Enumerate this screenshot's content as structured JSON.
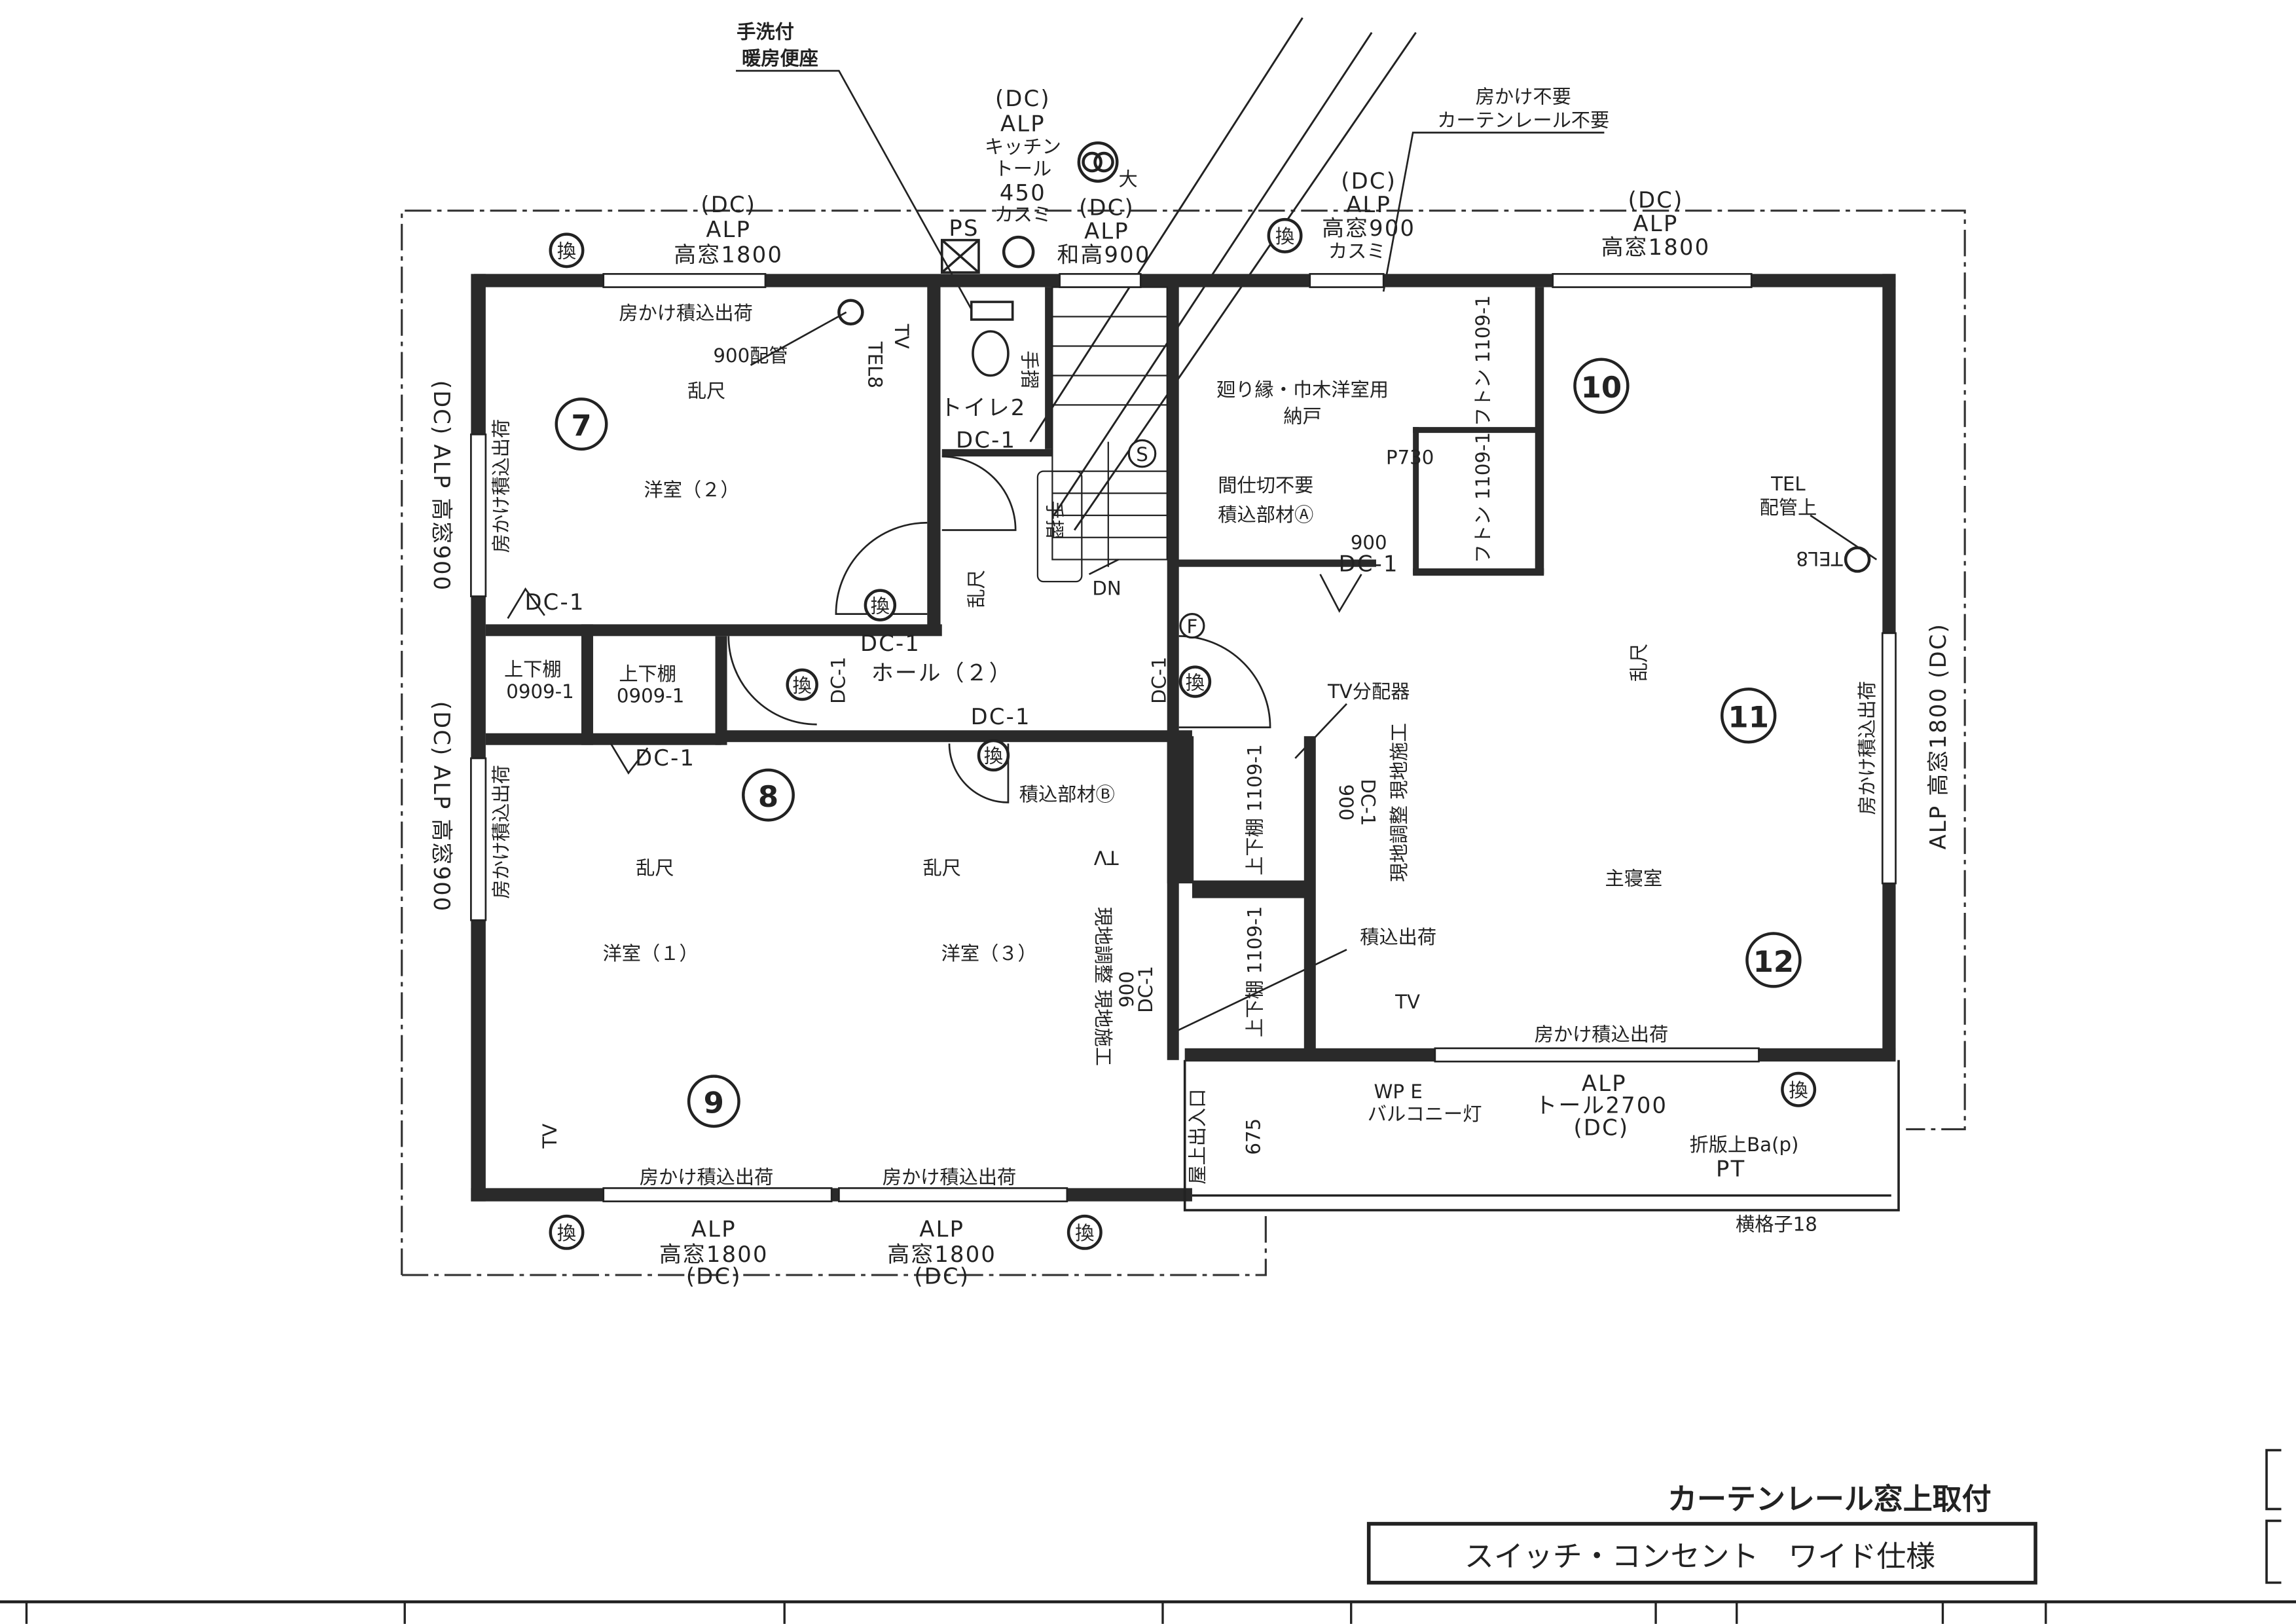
{
  "top_notes": {
    "toilet_note": [
      "手洗付",
      "暖房便座"
    ],
    "kitchen_window": [
      "(DC)",
      "ALP",
      "キッチン",
      "トール",
      "450",
      "カスミ"
    ],
    "star": "大",
    "no_curtain_note": [
      "房かけ不要",
      "カーテンレール不要"
    ]
  },
  "windows": {
    "top_left": [
      "(DC)",
      "ALP",
      "高窓1800"
    ],
    "top_toilet": [
      "(DC)",
      "ALP",
      "和高900"
    ],
    "top_nando": [
      "(DC)",
      "ALP",
      "高窓900",
      "カスミ"
    ],
    "top_right": [
      "(DC)",
      "ALP",
      "高窓1800"
    ],
    "left_upper": "(DC) ALP 高窓900",
    "left_lower": "(DC) ALP 高窓900",
    "right": "ALP 高窓1800 (DC)",
    "bottom_left": [
      "ALP",
      "高窓1800",
      "(DC)"
    ],
    "bottom_mid": [
      "ALP",
      "高窓1800",
      "(DC)"
    ],
    "balcony": [
      "ALP",
      "トール2700",
      "(DC)"
    ]
  },
  "labels": {
    "ps": "PS",
    "curtain_hook": "房かけ積込出荷",
    "pipe_900": "900配管",
    "tel8": "TEL8",
    "tv": "TV",
    "toilet": "トイレ2",
    "dc1": "DC-1",
    "handrail": "手摺",
    "nando": [
      "廻り縁・巾木洋室用",
      "納戸"
    ],
    "futon": "フトン 1109-1",
    "p730": "P730",
    "partition": [
      "間仕切不要",
      "積込部材Ⓐ"
    ],
    "door_900": "900",
    "tel_pipe": [
      "TEL",
      "配管上"
    ],
    "random_floor": "乱尺",
    "room_western2": "洋室（２）",
    "shelf": "上下棚",
    "shelf_code": "0909-1",
    "hall": "ホール（２）",
    "dn": "DN",
    "s_mark": "S",
    "f_mark": "F",
    "tv_splitter": "TV分配器",
    "master_bedroom": "主寝室",
    "parts_b": "積込部材Ⓑ",
    "room_western1": "洋室（１）",
    "room_western3": "洋室（３）",
    "shelf_1109": "上下棚 1109-1",
    "onsite": "現地調整 現地施工",
    "ship_loaded": "積込出荷",
    "balcony_light": "バルコニー灯",
    "wp_e": "WP E",
    "roof_access": "屋上出入口",
    "dim_675": "675",
    "folded_roof": "折版上Ba(p)",
    "pt": "PT",
    "lattice": "横格子18",
    "exchange": "換"
  },
  "room_numbers": [
    "7",
    "8",
    "9",
    "10",
    "11",
    "12"
  ],
  "footer": {
    "curtain_rail": "カーテンレール窓上取付",
    "switch_spec": "スイッチ・コンセント　ワイド仕様"
  }
}
